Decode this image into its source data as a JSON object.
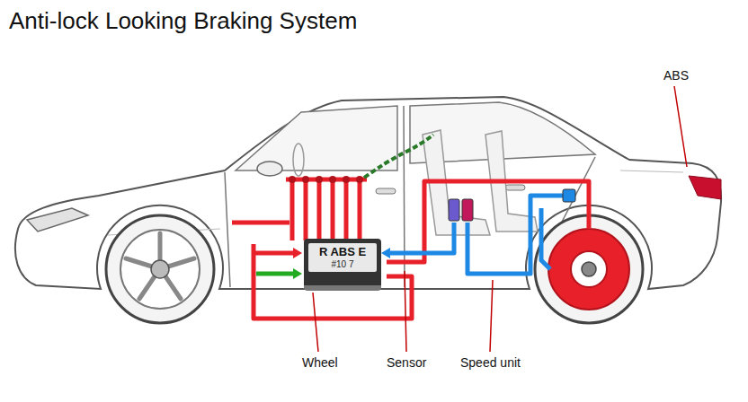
{
  "diagram": {
    "title": "Anti-lock Looking Braking System",
    "nodes": [
      {
        "text": [
          "R ABS E",
          "#10 7"
        ]
      }
    ],
    "labels": [
      "ABS",
      "Wheel",
      "Sensor",
      "Speed unit"
    ]
  }
}
